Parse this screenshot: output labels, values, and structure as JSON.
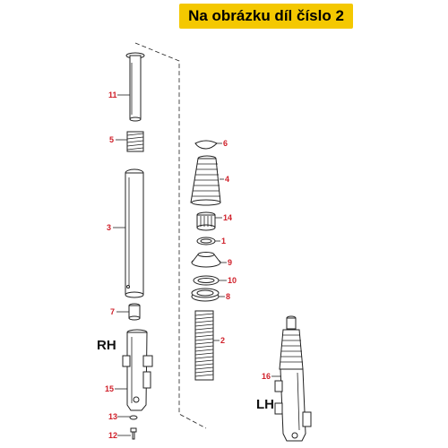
{
  "banner": {
    "text": "Na obrázku díl číslo 2",
    "color": "#f4c800"
  },
  "labels": {
    "p11": "11",
    "p5": "5",
    "p3": "3",
    "p7": "7",
    "p15": "15",
    "p13": "13",
    "p12": "12",
    "p6": "6",
    "p4": "4",
    "p14": "14",
    "p1": "1",
    "p9": "9",
    "p10": "10",
    "p8": "8",
    "p2": "2",
    "p16": "16"
  },
  "sides": {
    "right": "RH",
    "left": "LH"
  },
  "colors": {
    "part_number": "#d0202a",
    "line": "#222222"
  }
}
